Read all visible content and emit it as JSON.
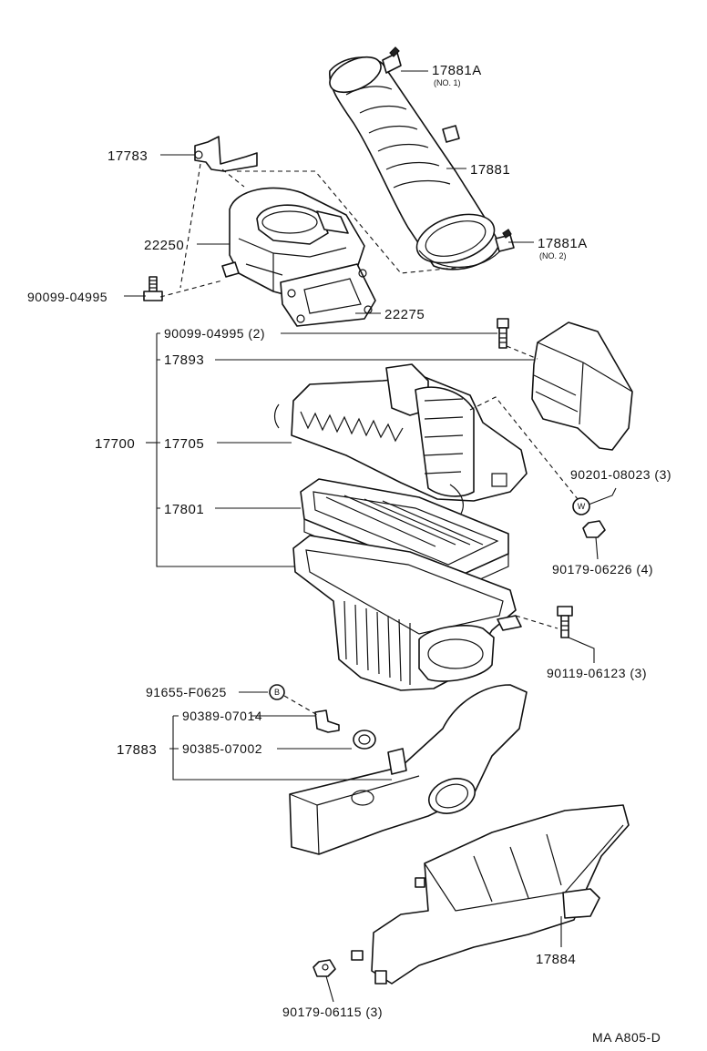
{
  "diagram_code": "MA A805-D",
  "labels": {
    "hose_clamp_no1": "17881A",
    "hose_clamp_no1_note": "(NO. 1)",
    "inlet_hose": "17881",
    "hose_clamp_no2": "17881A",
    "hose_clamp_no2_note": "(NO. 2)",
    "bracket": "17783",
    "air_flow_meter": "22250",
    "bolt_meter": "90099-04995",
    "gasket": "22275",
    "bolt_cap": "90099-04995 (2)",
    "cover": "17893",
    "air_cleaner_assy": "17700",
    "cap_sub_assy": "17705",
    "element": "17801",
    "washer_qty": "90201-08023 (3)",
    "washer_mark": "W",
    "nut_qty": "90179-06226 (4)",
    "bolt_case": "90119-06123 (3)",
    "clip": "91655-F0625",
    "clip_mark": "B",
    "grommet1": "90389-07014",
    "inlet_assy": "17883",
    "grommet2": "90385-07002",
    "resonator": "17884",
    "nut_res": "90179-06115 (3)"
  }
}
